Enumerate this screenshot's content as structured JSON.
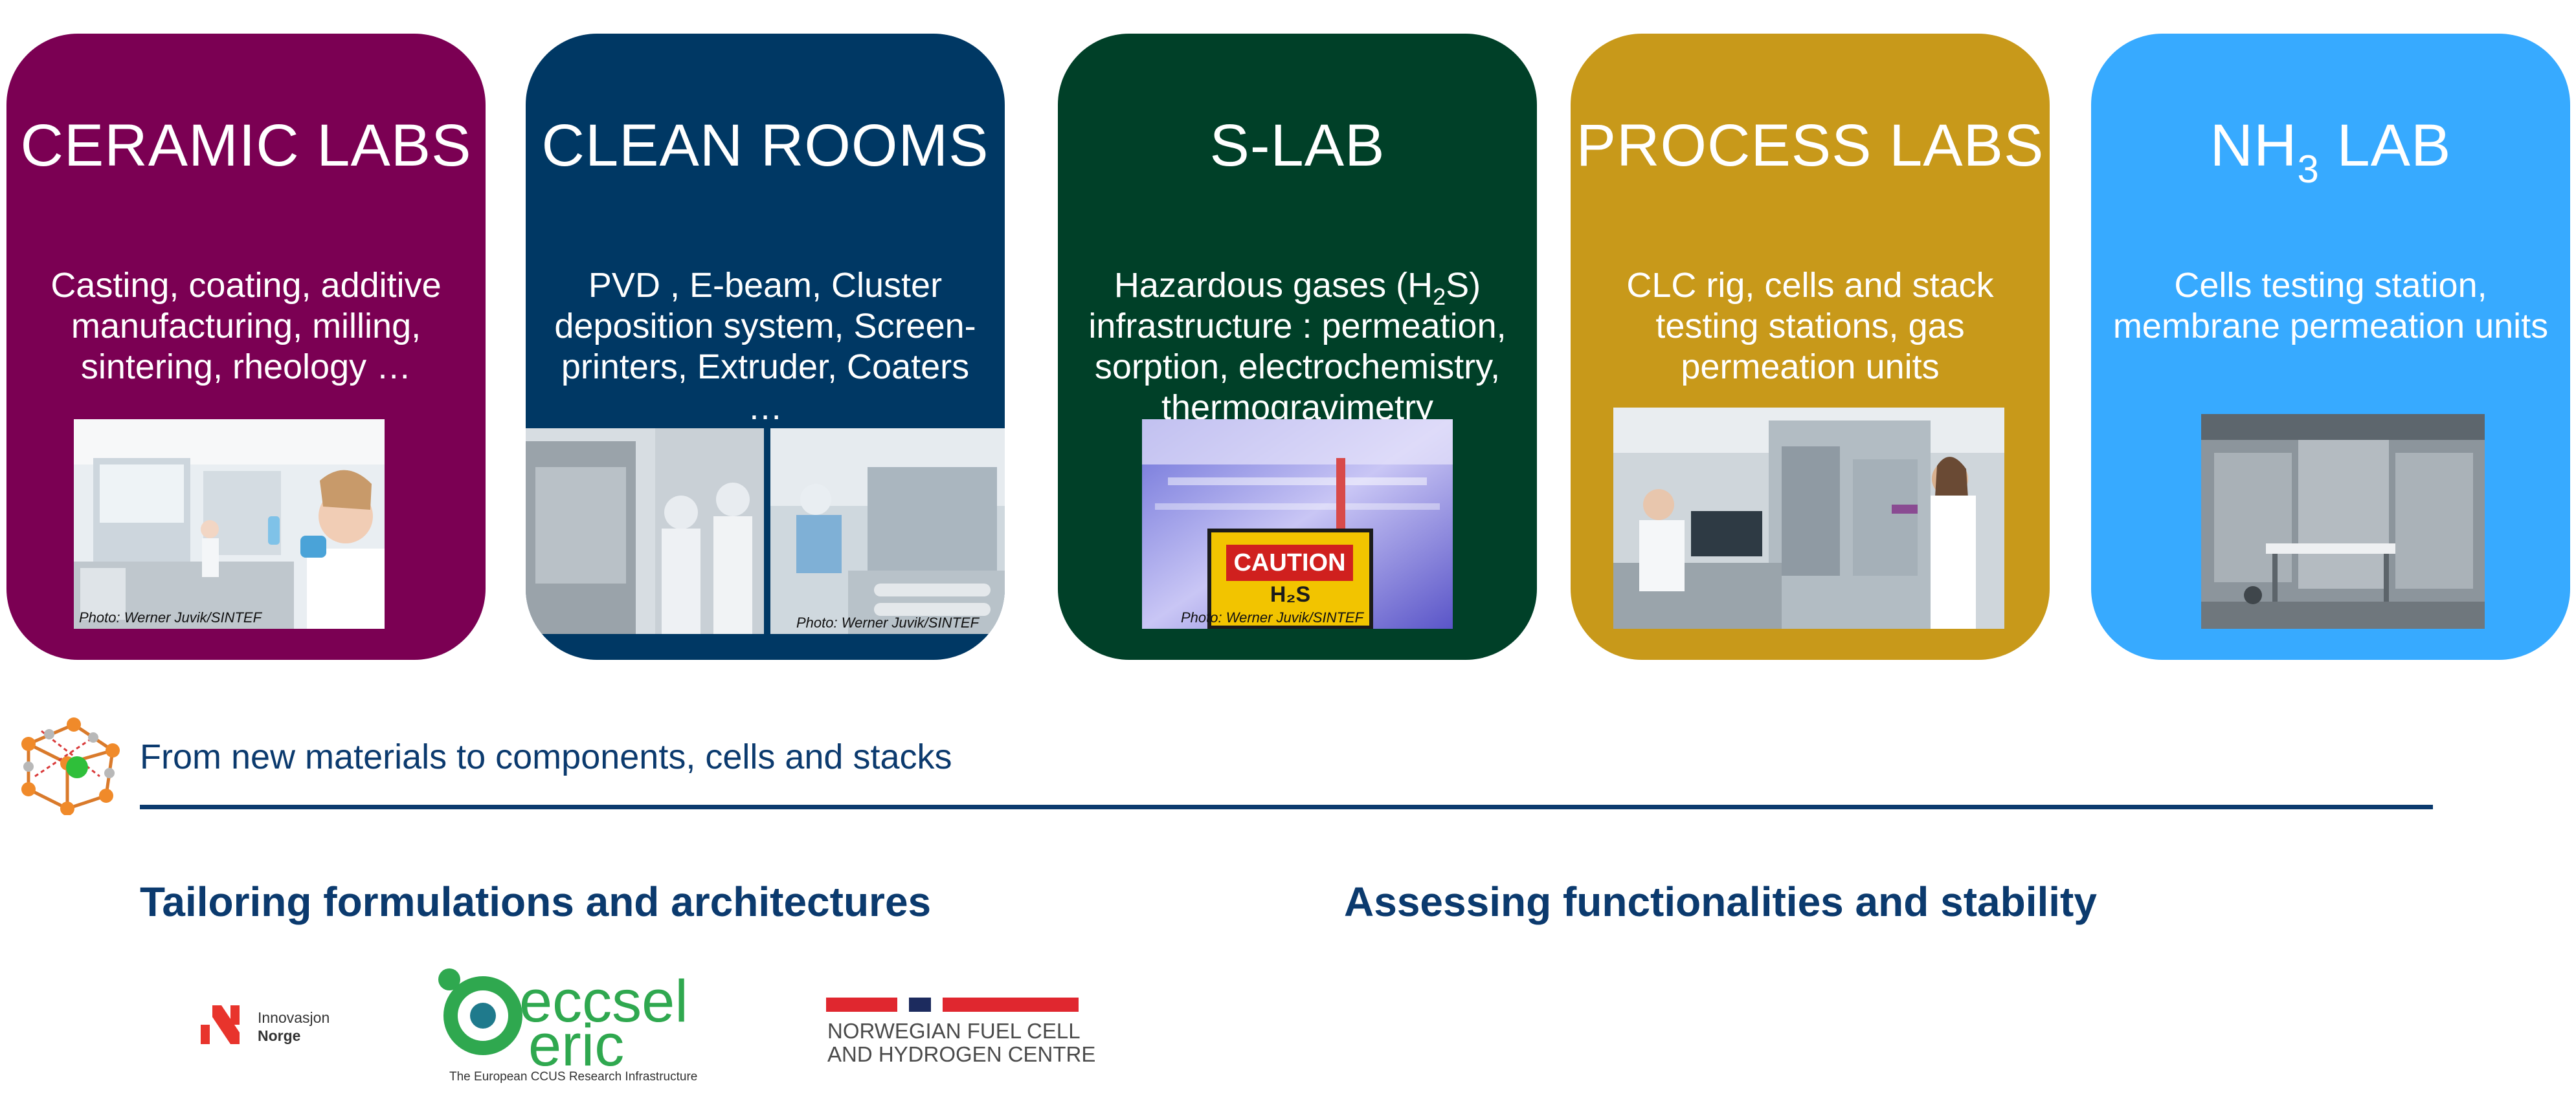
{
  "colors": {
    "ceramic": "#7b0053",
    "clean": "#003864",
    "slab": "#004028",
    "process": "#c8991a",
    "nh3": "#37aaff",
    "navy": "#0b3a6e"
  },
  "cards": [
    {
      "title": "CERAMIC LABS",
      "desc": "Casting, coating, additive manufacturing, milling, sintering, rheology …",
      "credit": "Photo: Werner Juvik/SINTEF"
    },
    {
      "title": "CLEAN ROOMS",
      "desc": "PVD , E-beam, Cluster deposition system, Screen-printers,  Extruder, Coaters …",
      "credit": "Photo: Werner Juvik/SINTEF"
    },
    {
      "title": "S-LAB",
      "desc_a": "Hazardous gases (H",
      "desc_sub": "2",
      "desc_b": "S) infrastructure : permeation, sorption, electrochemistry, thermogravimetry",
      "sign_text": "CAUTION",
      "sign_formula": "H₂S",
      "credit": "Photo: Werner Juvik/SINTEF"
    },
    {
      "title": "PROCESS LABS",
      "desc": "CLC rig, cells and stack testing stations, gas permeation units"
    },
    {
      "title_a": "NH",
      "title_sub": "3",
      "title_b": " LAB",
      "desc": "Cells testing station, membrane permeation units"
    }
  ],
  "intro_text": "From new materials to components, cells and stacks",
  "left_heading": "Tailoring formulations and architectures",
  "right_heading": "Assessing functionalities and stability",
  "logos": {
    "innovasjon_line1": "Innovasjon",
    "innovasjon_line2": "Norge",
    "eccsel_word1": "eccsel",
    "eccsel_word2": "eric",
    "eccsel_tagline": "The European CCUS Research Infrastructure",
    "nfchc_line1": "NORWEGIAN FUEL CELL",
    "nfchc_line2": "AND HYDROGEN CENTRE"
  },
  "icons": [
    "molecule-icon"
  ]
}
